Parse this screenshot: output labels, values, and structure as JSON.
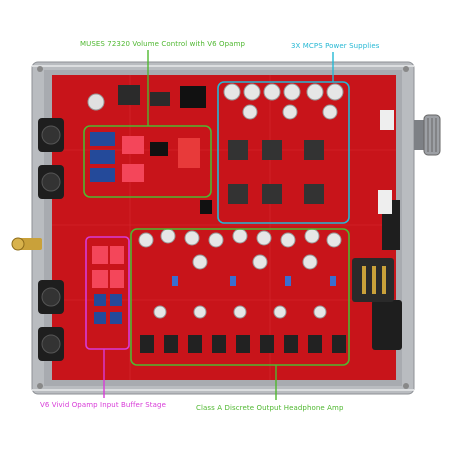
{
  "labels": {
    "volume_control": "MUSES 72320 Volume Control with V6 Opamp",
    "power_supplies": "3X MCPS Power Supplies",
    "input_buffer": "V6 Vivid Opamp Input Buffer Stage",
    "output_amp": "Class A Discrete Output Headphone Amp"
  },
  "colors": {
    "volume_control": "#4fb830",
    "power_supplies": "#25b8d4",
    "input_buffer": "#d83ad8",
    "output_amp": "#4fb830",
    "pcb": "#c8141a",
    "chassis": "#b9bcc0"
  },
  "components": {
    "input_jacks": [
      "xlr-input-icon",
      "xlr-input-icon",
      "rca-input-icon",
      "xlr-input-icon",
      "xlr-input-icon"
    ],
    "output_jacks": [
      "xlr-output-icon",
      "headphone-jack-icon",
      "headphone-jack-icon"
    ],
    "volume_knob": "knob-icon"
  }
}
